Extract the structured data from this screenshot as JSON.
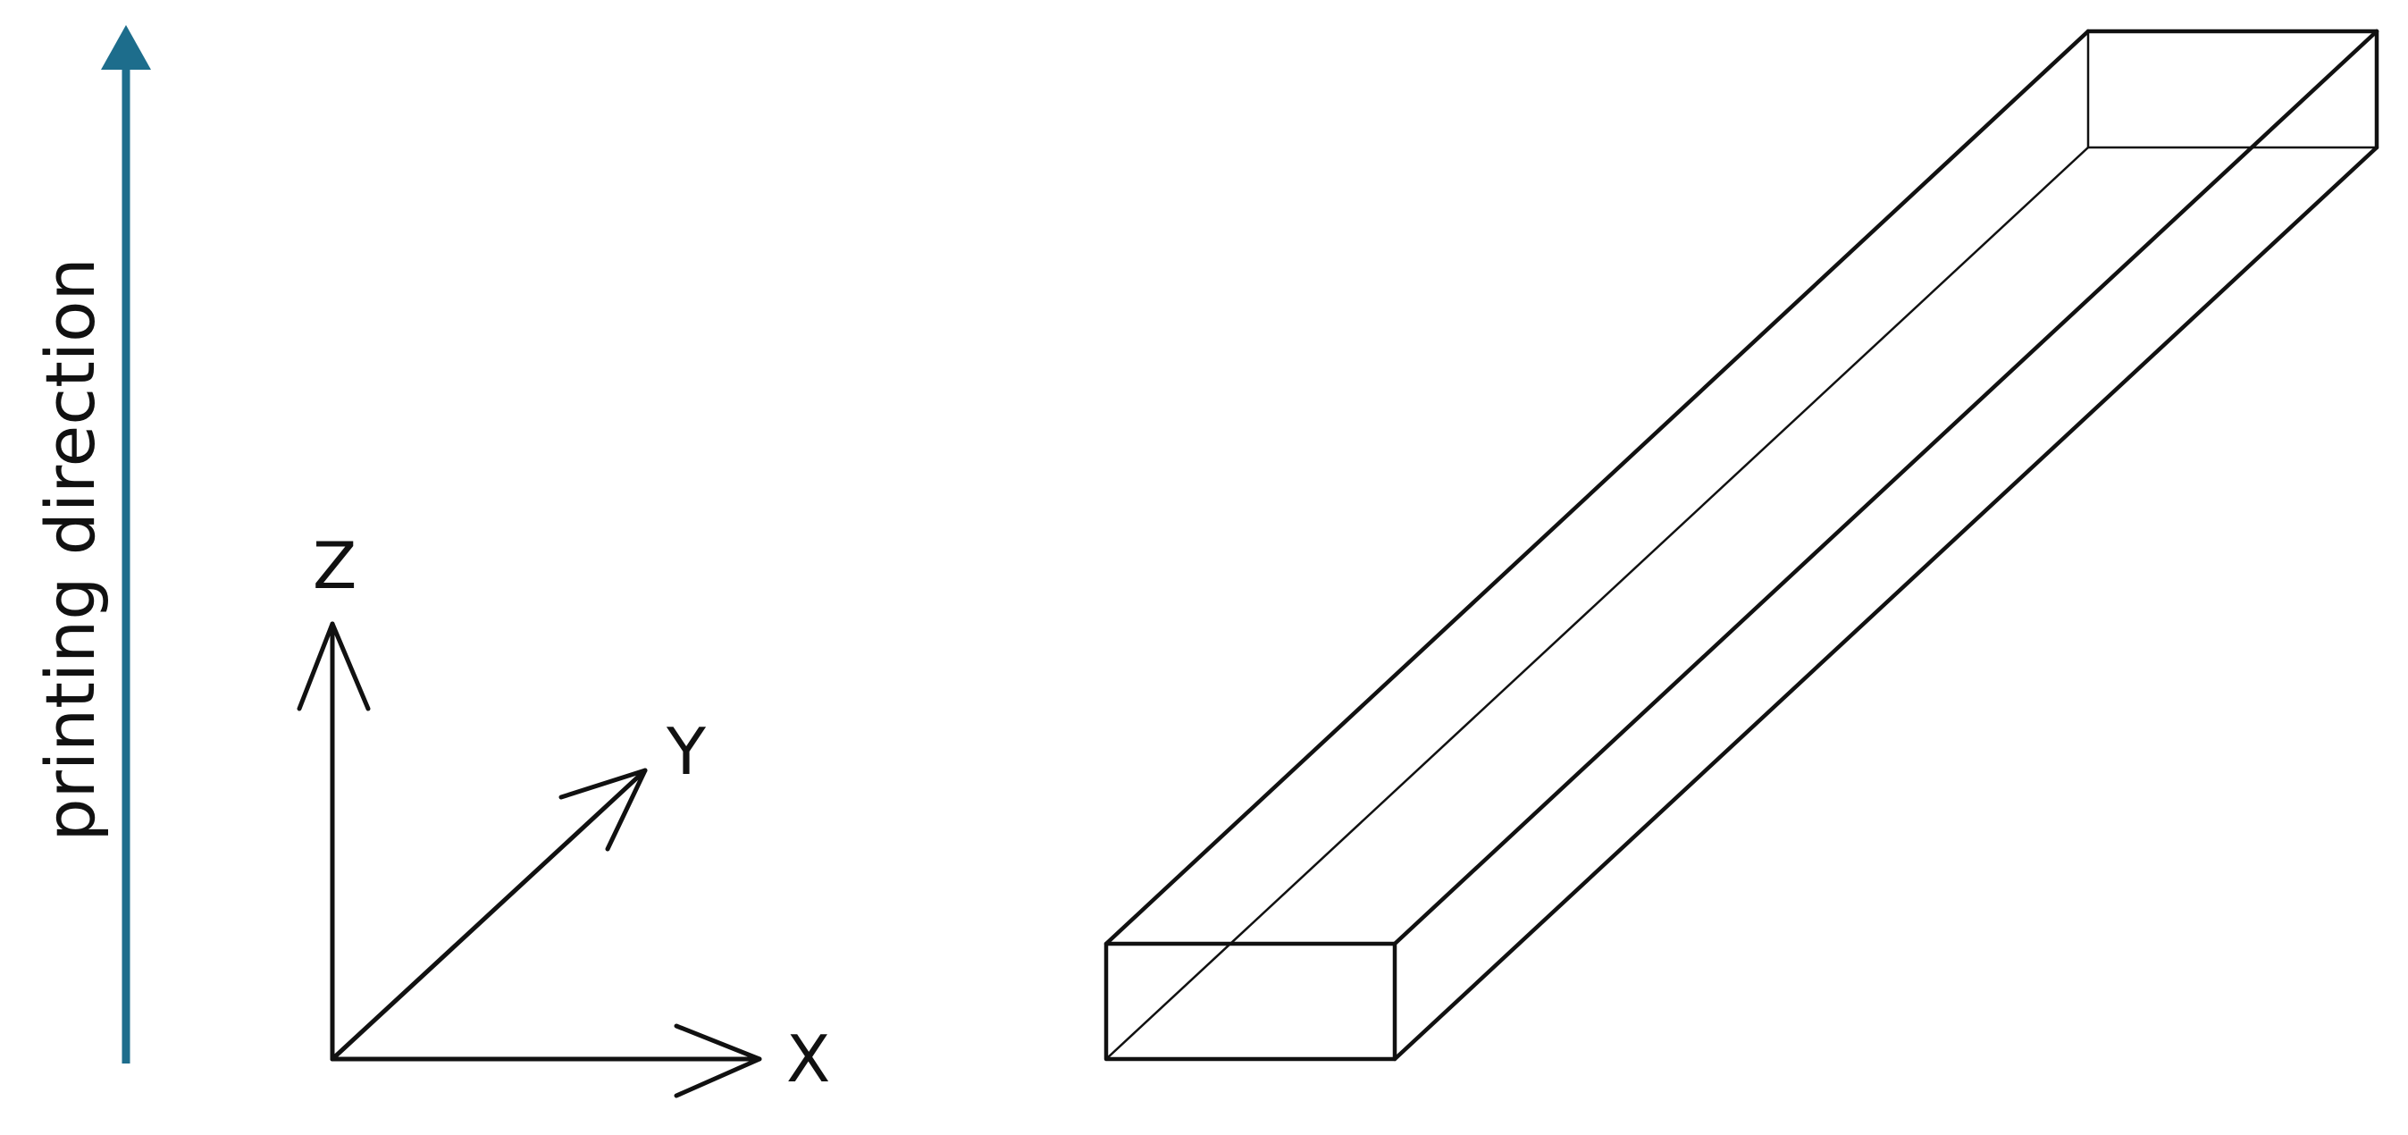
{
  "printing_direction": {
    "label": "printing direction",
    "arrow_color": "#1d6d8c"
  },
  "axes": {
    "x_label": "X",
    "y_label": "Y",
    "z_label": "Z",
    "line_color": "#111111"
  },
  "specimen": {
    "shape": "rectangular bar (wireframe box)",
    "line_color": "#111111"
  }
}
